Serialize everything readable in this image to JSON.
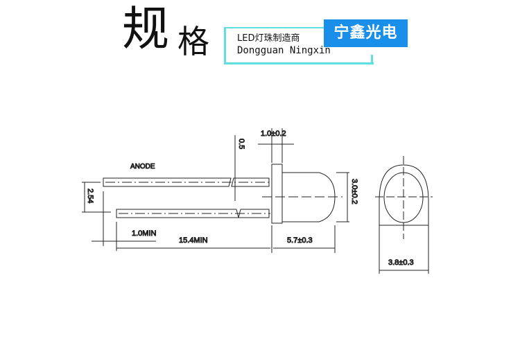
{
  "header": {
    "title_char1": "规",
    "title_char2": "格",
    "subtitle_cn": "LED灯珠制造商",
    "subtitle_en": "Dongguan Ningxin",
    "brand": "宁鑫光电",
    "accent": "#1a8fea",
    "border": "#5fe0e0"
  },
  "drawing": {
    "anode": "ANODE",
    "pitch": "2.54",
    "lead_gap": "0.5",
    "flange": "1.0±0.2",
    "diameter": "3.0±0.2",
    "min_short": "1.0MIN",
    "lead_length": "15.4MIN",
    "body_length": "5.7±0.3",
    "flange_dia": "3.8±0.3"
  }
}
